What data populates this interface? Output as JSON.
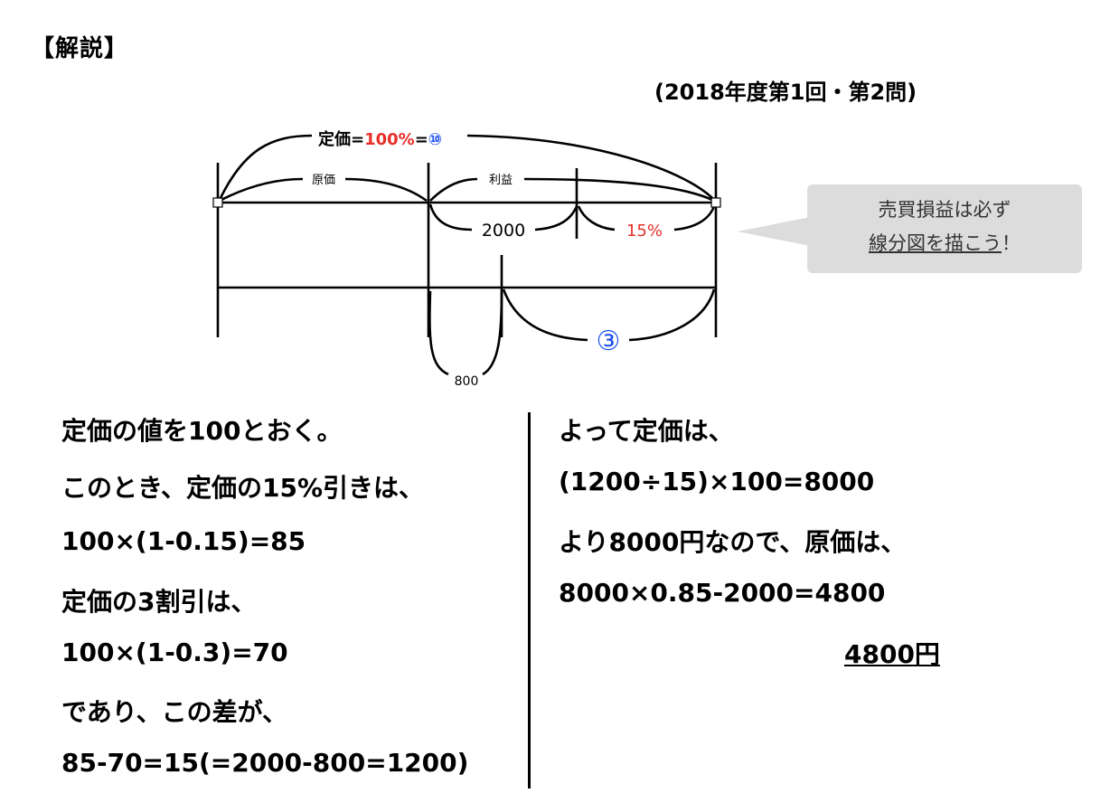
{
  "heading": "【解説】",
  "source": "(2018年度第1回・第2問)",
  "diagram": {
    "list_price_prefix": "定価=",
    "list_price_percent": "100%",
    "list_price_eq": "=",
    "list_price_units": "⑩",
    "cost_label": "原価",
    "profit_label": "利益",
    "amount_2000": "2000",
    "percent_15": "15%",
    "amount_800": "800",
    "units_3": "③",
    "colors": {
      "red": "#e8302a",
      "blue": "#1b4ff0"
    }
  },
  "callout": {
    "line1": "売買損益は必ず",
    "line2_underlined": "線分図を描こう",
    "line2_tail": "！"
  },
  "left_column": [
    "定価の値を100とおく。",
    "このとき、定価の15%引きは、",
    "100×(1-0.15)=85",
    "定価の3割引は、",
    "100×(1-0.3)=70",
    "であり、この差が、",
    "85-70=15(=2000-800=1200)"
  ],
  "right_column": [
    "よって定価は、",
    "(1200÷15)×100=8000",
    "より8000円なので、原価は、",
    "8000×0.85-2000=4800"
  ],
  "answer": "4800円"
}
